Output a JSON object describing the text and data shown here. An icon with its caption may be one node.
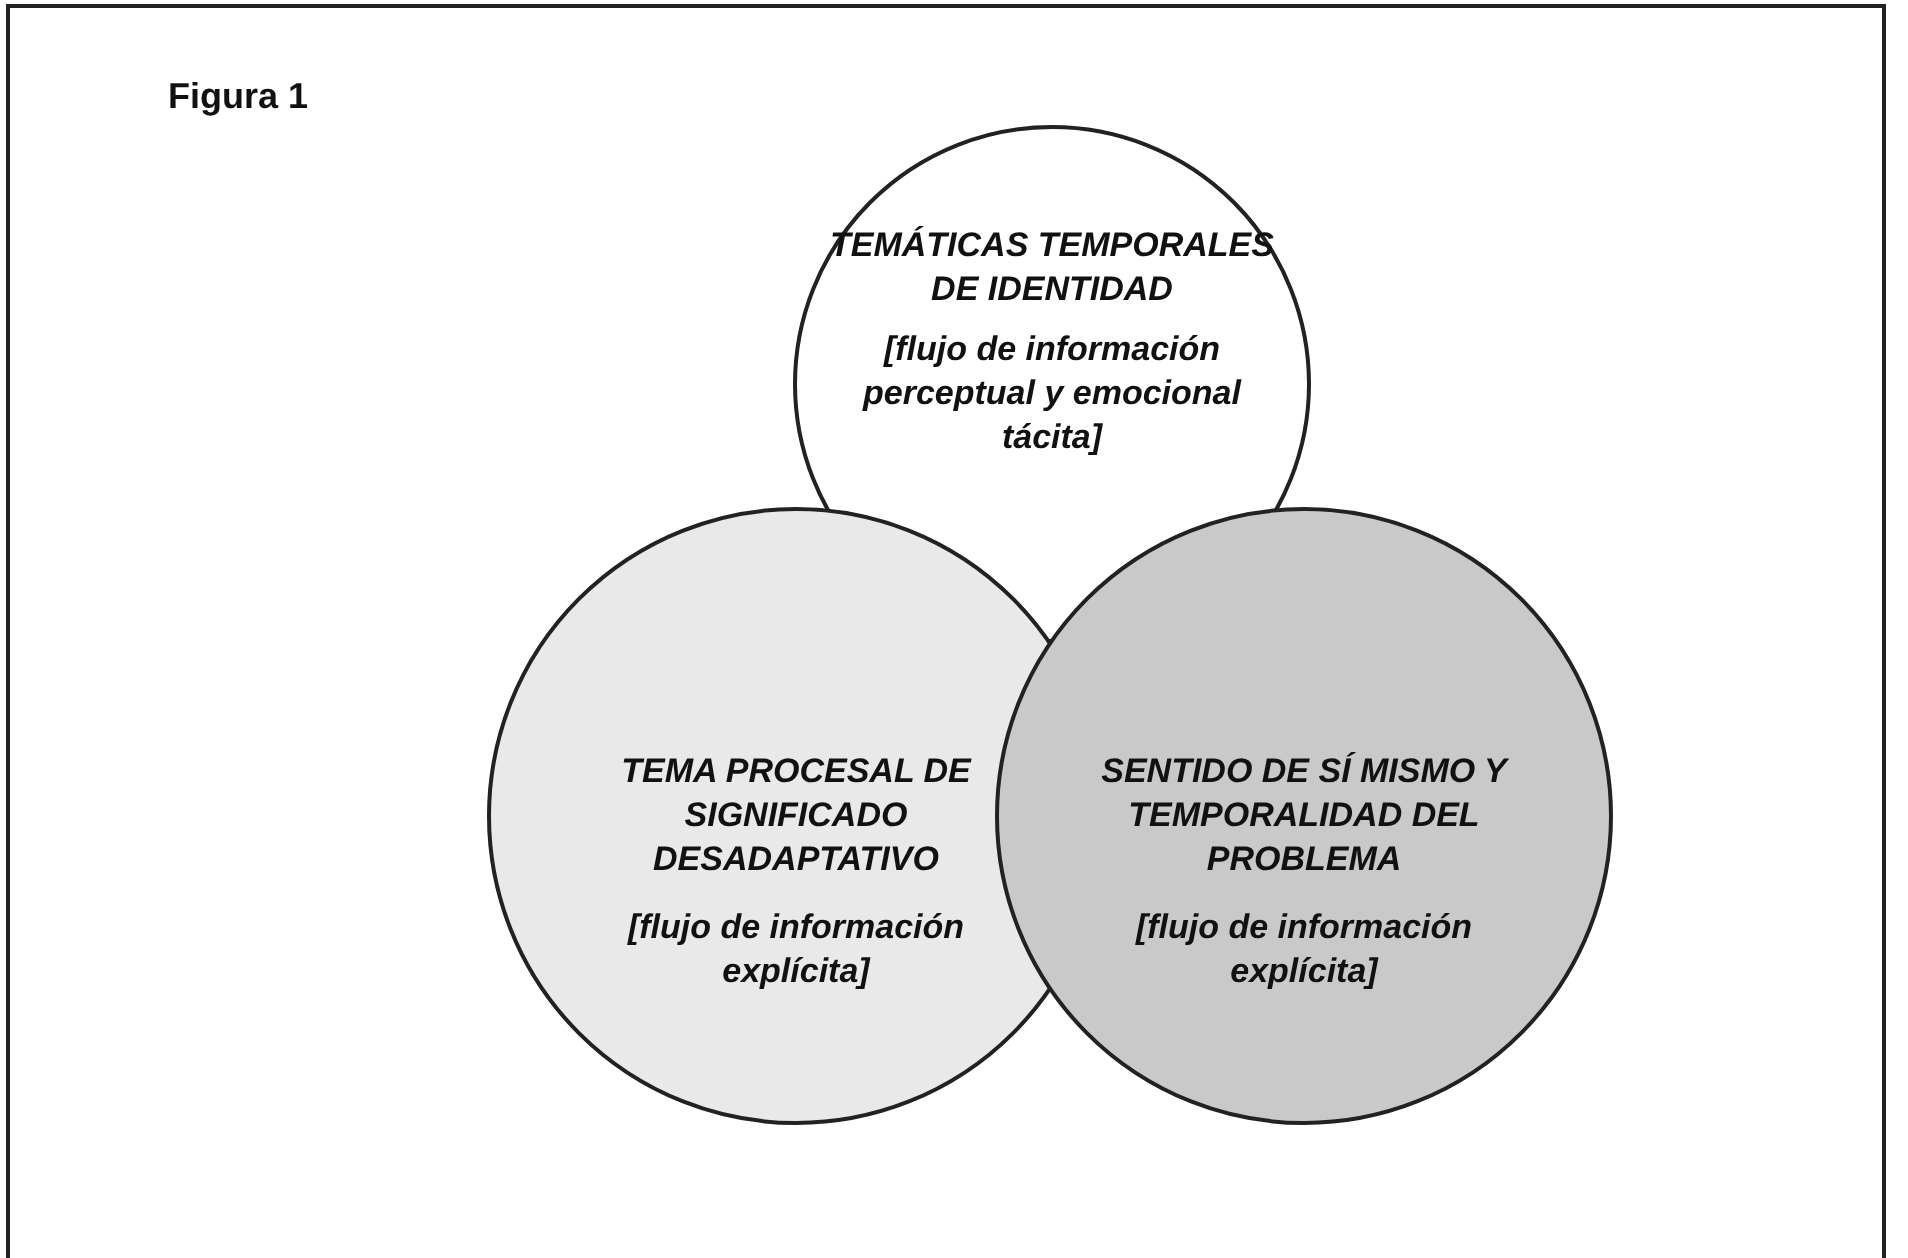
{
  "diagram": {
    "title": "Figura 1",
    "nodes": [
      {
        "text": [
          "TEMÁTICAS TEMPORALES DE IDENTIDAD",
          "[flujo de información perceptual y emocional tácita]"
        ]
      },
      {
        "text": [
          "TEMA PROCESAL DE SIGNIFICADO DESADAPTATIVO",
          "[flujo de información explícita]"
        ]
      },
      {
        "text": [
          "SENTIDO DE SÍ MISMO Y TEMPORALIDAD DEL PROBLEMA",
          "[flujo de información explícita]"
        ]
      }
    ],
    "edges": []
  }
}
